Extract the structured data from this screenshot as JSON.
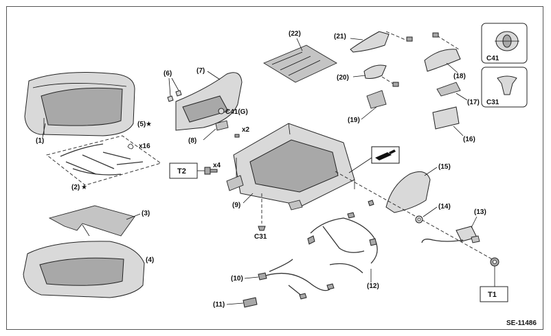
{
  "diagram": {
    "code": "SE-11486",
    "parts": {
      "p1": "(1)",
      "p2": "(2)",
      "p3": "(3)",
      "p4": "(4)",
      "p5": "(5)",
      "p6": "(6)",
      "p7": "(7)",
      "p8": "(8)",
      "p9": "(9)",
      "p10": "(10)",
      "p11": "(11)",
      "p12": "(12)",
      "p13": "(13)",
      "p14": "(14)",
      "p15": "(15)",
      "p16": "(16)",
      "p17": "(17)",
      "p18": "(18)",
      "p19": "(19)",
      "p20": "(20)",
      "p21": "(21)",
      "p22": "(22)"
    },
    "star": "★",
    "qty": {
      "x16": "x16",
      "x2": "x2",
      "x4": "x4"
    },
    "callouts": {
      "c41g": "C41(G)",
      "c31": "C31",
      "c41_box": "C41",
      "c31_box": "C31",
      "t1": "T1",
      "t2": "T2"
    }
  }
}
